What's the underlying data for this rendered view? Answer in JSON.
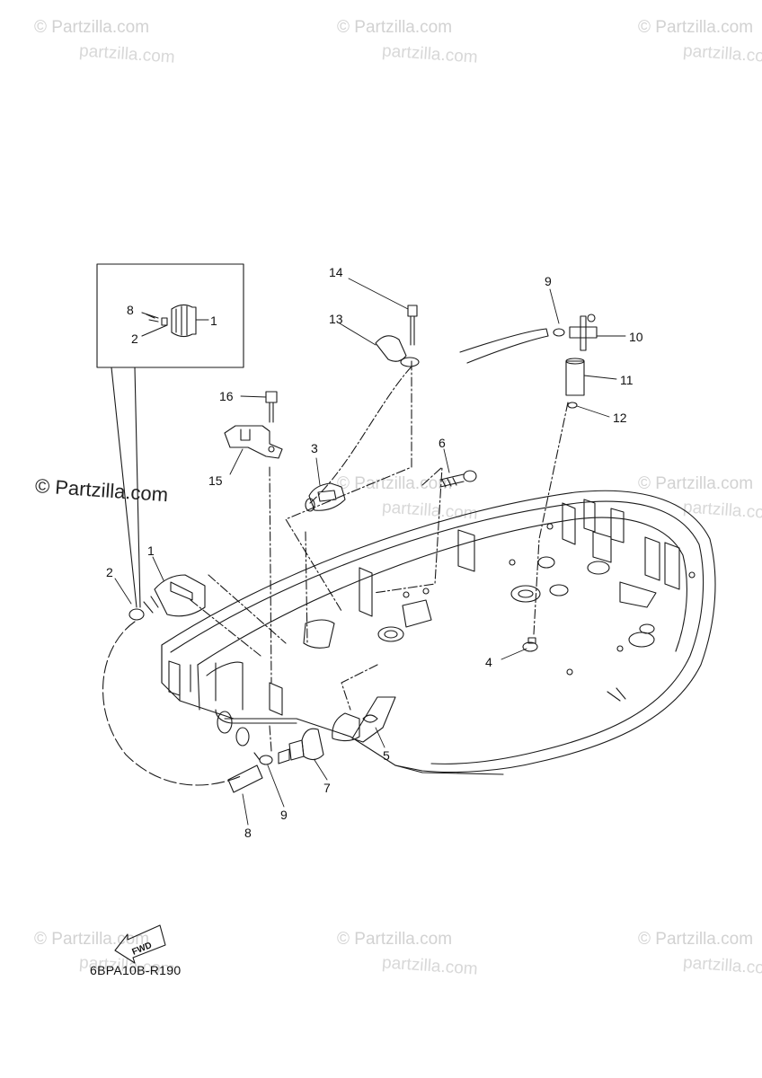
{
  "watermark": {
    "text": "© Partzilla.com",
    "subtext": "partzilla.com"
  },
  "brand_overlay": "© Partzilla.com",
  "diagram_code": "6BPA10B-R190",
  "fwd_label": "FWD",
  "inset_labels": [
    "8",
    "2",
    "1"
  ],
  "callouts": [
    "14",
    "9",
    "13",
    "10",
    "11",
    "12",
    "16",
    "3",
    "6",
    "15",
    "1",
    "2",
    "4",
    "5",
    "7",
    "9",
    "8"
  ],
  "colors": {
    "line": "#1a1a1a",
    "watermark": "#d2d2d2",
    "background": "#ffffff"
  }
}
